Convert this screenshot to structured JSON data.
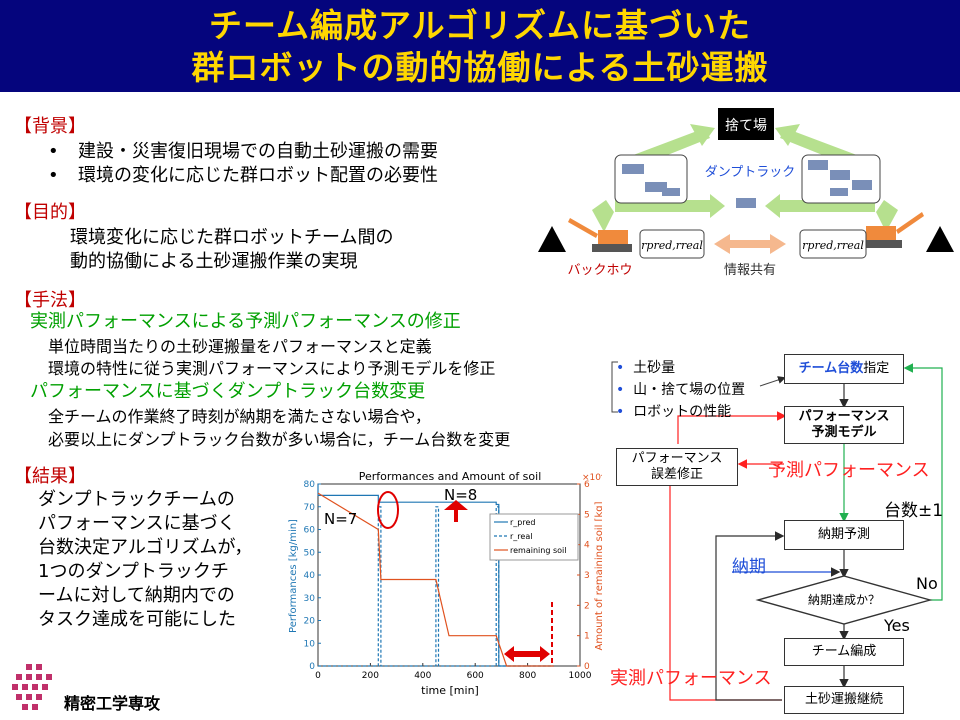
{
  "title": {
    "line1": "チーム編成アルゴリズムに基づいた",
    "line2": "群ロボットの動的協働による土砂運搬"
  },
  "background": {
    "heading": "【背景】",
    "bullets": [
      "建設・災害復旧現場での自動土砂運搬の需要",
      "環境の変化に応じた群ロボット配置の必要性"
    ]
  },
  "purpose": {
    "heading": "【目的】",
    "lines": [
      "環境変化に応じた群ロボットチーム間の",
      "動的協働による土砂運搬作業の実現"
    ]
  },
  "method": {
    "heading": "【手法】",
    "sub1": "実測パフォーマンスによる予測パフォーマンスの修正",
    "sub1_lines": [
      "単位時間当たりの土砂運搬量をパフォーマンスと定義",
      "環境の特性に従う実測パフォーマンスにより予測モデルを修正"
    ],
    "sub2": "パフォーマンスに基づくダンプトラック台数変更",
    "sub2_lines": [
      "全チームの作業終了時刻が納期を満たさない場合や，",
      "必要以上にダンプトラック台数が多い場合に，チーム台数を変更"
    ]
  },
  "result": {
    "heading": "【結果】",
    "lines": [
      "ダンプトラックチームの",
      "パフォーマンスに基づく",
      "台数決定アルゴリズムが，",
      "1つのダンプトラックチ",
      "ームに対して納期内での",
      "タスク達成を可能にした"
    ]
  },
  "scene": {
    "dump_site": "捨て場",
    "dump_truck": "ダンプトラック",
    "backhoe": "バックホウ",
    "info_share": "情報共有",
    "r_label_left": "rpred,rreal",
    "r_label_right": "rpred,rreal"
  },
  "flow": {
    "inputs": [
      "土砂量",
      "山・捨て場の位置",
      "ロボットの性能"
    ],
    "box_team_count_a": "チーム台数",
    "box_team_count_b": "指定",
    "box_model": "パフォーマンス\n予測モデル",
    "box_error": "パフォーマンス\n誤差修正",
    "box_deadline_pred": "納期予測",
    "box_decision": "納期達成か？",
    "box_team_form": "チーム編成",
    "box_continue": "土砂運搬継続",
    "label_pred_perf": "予測パフォーマンス",
    "label_real_perf": "実測パフォーマンス",
    "label_deadline": "納期",
    "label_count": "台数±1",
    "label_no": "No",
    "label_yes": "Yes"
  },
  "logo": {
    "text": "精密工学専攻"
  },
  "chart_data": {
    "type": "line",
    "title": "Performances and Amount of soil",
    "xlabel": "time [min]",
    "ylabel": "Performances [kg/min]",
    "y2label": "Amount of remaining soil [kg]",
    "y2_exponent": "×10⁴",
    "xlim": [
      0,
      1000
    ],
    "ylim": [
      0,
      80
    ],
    "y2lim": [
      0,
      6
    ],
    "x_ticks": [
      0,
      200,
      400,
      600,
      800,
      1000
    ],
    "y_ticks": [
      0,
      10,
      20,
      30,
      40,
      50,
      60,
      70,
      80
    ],
    "y2_ticks": [
      0,
      1,
      2,
      3,
      4,
      5,
      6
    ],
    "annotations": {
      "n7": "N=7",
      "n8": "N=8"
    },
    "legend": [
      "r_pred",
      "r_real",
      "remaining soil"
    ],
    "legend_position": "top-right",
    "series": [
      {
        "name": "r_pred",
        "axis": "left",
        "color": "#1f77b4",
        "style": "solid",
        "points": [
          [
            0,
            80
          ],
          [
            0,
            75
          ],
          [
            230,
            75
          ],
          [
            230,
            72
          ],
          [
            680,
            72
          ],
          [
            680,
            71
          ],
          [
            690,
            71
          ],
          [
            690,
            0
          ],
          [
            900,
            0
          ]
        ]
      },
      {
        "name": "r_real",
        "axis": "left",
        "color": "#1f77b4",
        "style": "dashed",
        "points": [
          [
            0,
            0
          ],
          [
            230,
            0
          ],
          [
            230,
            70
          ],
          [
            240,
            70
          ],
          [
            240,
            0
          ],
          [
            450,
            0
          ],
          [
            450,
            70
          ],
          [
            460,
            70
          ],
          [
            460,
            0
          ],
          [
            680,
            0
          ],
          [
            680,
            70
          ],
          [
            690,
            70
          ],
          [
            690,
            0
          ],
          [
            900,
            0
          ]
        ]
      },
      {
        "name": "remaining soil",
        "axis": "right",
        "color": "#e0521f",
        "style": "solid",
        "points": [
          [
            0,
            5.7
          ],
          [
            230,
            4.5
          ],
          [
            240,
            2.85
          ],
          [
            450,
            2.85
          ],
          [
            500,
            1.0
          ],
          [
            680,
            1.0
          ],
          [
            720,
            0
          ],
          [
            900,
            0
          ]
        ]
      }
    ]
  }
}
